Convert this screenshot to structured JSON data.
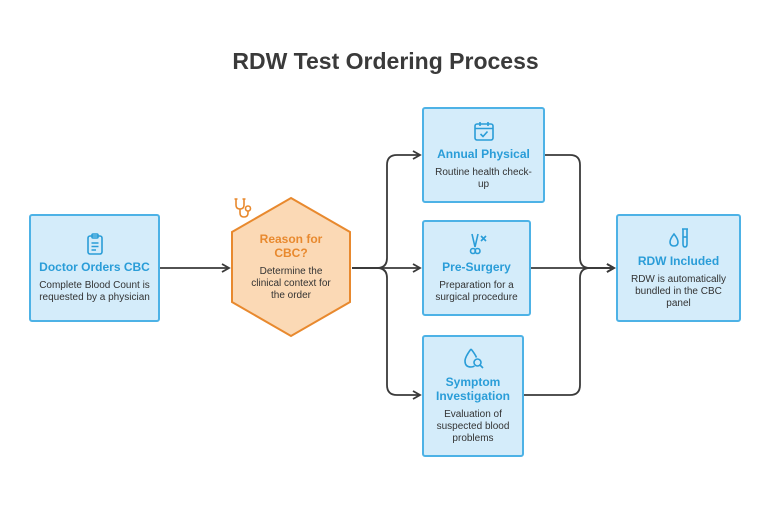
{
  "title": "RDW Test Ordering Process",
  "colors": {
    "box_fill": "#d4ecfa",
    "box_border": "#4db2e6",
    "box_title": "#2a9dd8",
    "hex_fill": "#fbd9b5",
    "hex_border": "#e8892e",
    "hex_title": "#e8892e",
    "connector": "#3a3a3a"
  },
  "nodes": {
    "doctor": {
      "icon": "clipboard-icon",
      "title": "Doctor Orders CBC",
      "desc": "Complete Blood Count is requested by a physician"
    },
    "reason": {
      "icon": "stethoscope-icon",
      "title": "Reason for CBC?",
      "desc": "Determine the clinical context for the order"
    },
    "annual": {
      "icon": "calendar-check-icon",
      "title": "Annual Physical",
      "desc": "Routine health check-up"
    },
    "surgery": {
      "icon": "scissors-icon",
      "title": "Pre-Surgery",
      "desc": "Preparation for a surgical procedure"
    },
    "symptom": {
      "icon": "blood-drop-search-icon",
      "title": "Symptom Investigation",
      "desc": "Evaluation of suspected blood problems"
    },
    "rdw": {
      "icon": "test-tube-drop-icon",
      "title": "RDW Included",
      "desc": "RDW is automatically bundled in the CBC panel"
    }
  }
}
